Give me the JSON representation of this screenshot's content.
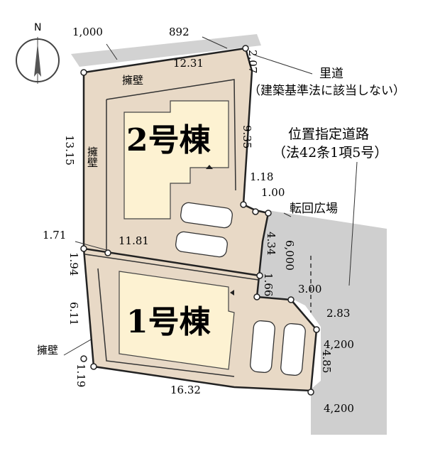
{
  "north": "N",
  "buildings": {
    "building_2": "2号棟",
    "building_1": "1号棟"
  },
  "labels": {
    "retaining_wall_top": "擁壁",
    "retaining_wall_left": "擁壁",
    "retaining_wall_bottom": "擁壁",
    "satodo": "里道",
    "satodo_note": "（建築基準法に該当しない）",
    "road_name": "位置指定道路",
    "road_note": "（法42条1項5号）",
    "turnaround": "転回広場"
  },
  "dimensions": {
    "d1000": "1,000",
    "d892": "892",
    "d1231": "12.31",
    "d207": "2.07",
    "d1315": "13.15",
    "d935": "9.35",
    "d118": "1.18",
    "d100": "1.00",
    "d434": "4.34",
    "d6000": "6,000",
    "d171": "1.71",
    "d1181": "11.81",
    "d194": "1.94",
    "d166": "1.66",
    "d300": "3.00",
    "d611": "6.11",
    "d283": "2.83",
    "d4200a": "4,200",
    "d485": "4.85",
    "d119": "1.19",
    "d1632": "16.32",
    "d4200b": "4,200"
  },
  "colors": {
    "lot_fill": "#e8d9c6",
    "building_fill": "#fdf2d2",
    "road_fill": "#cfcfcf",
    "street_fill": "#d2d2d2",
    "line": "#222222"
  }
}
